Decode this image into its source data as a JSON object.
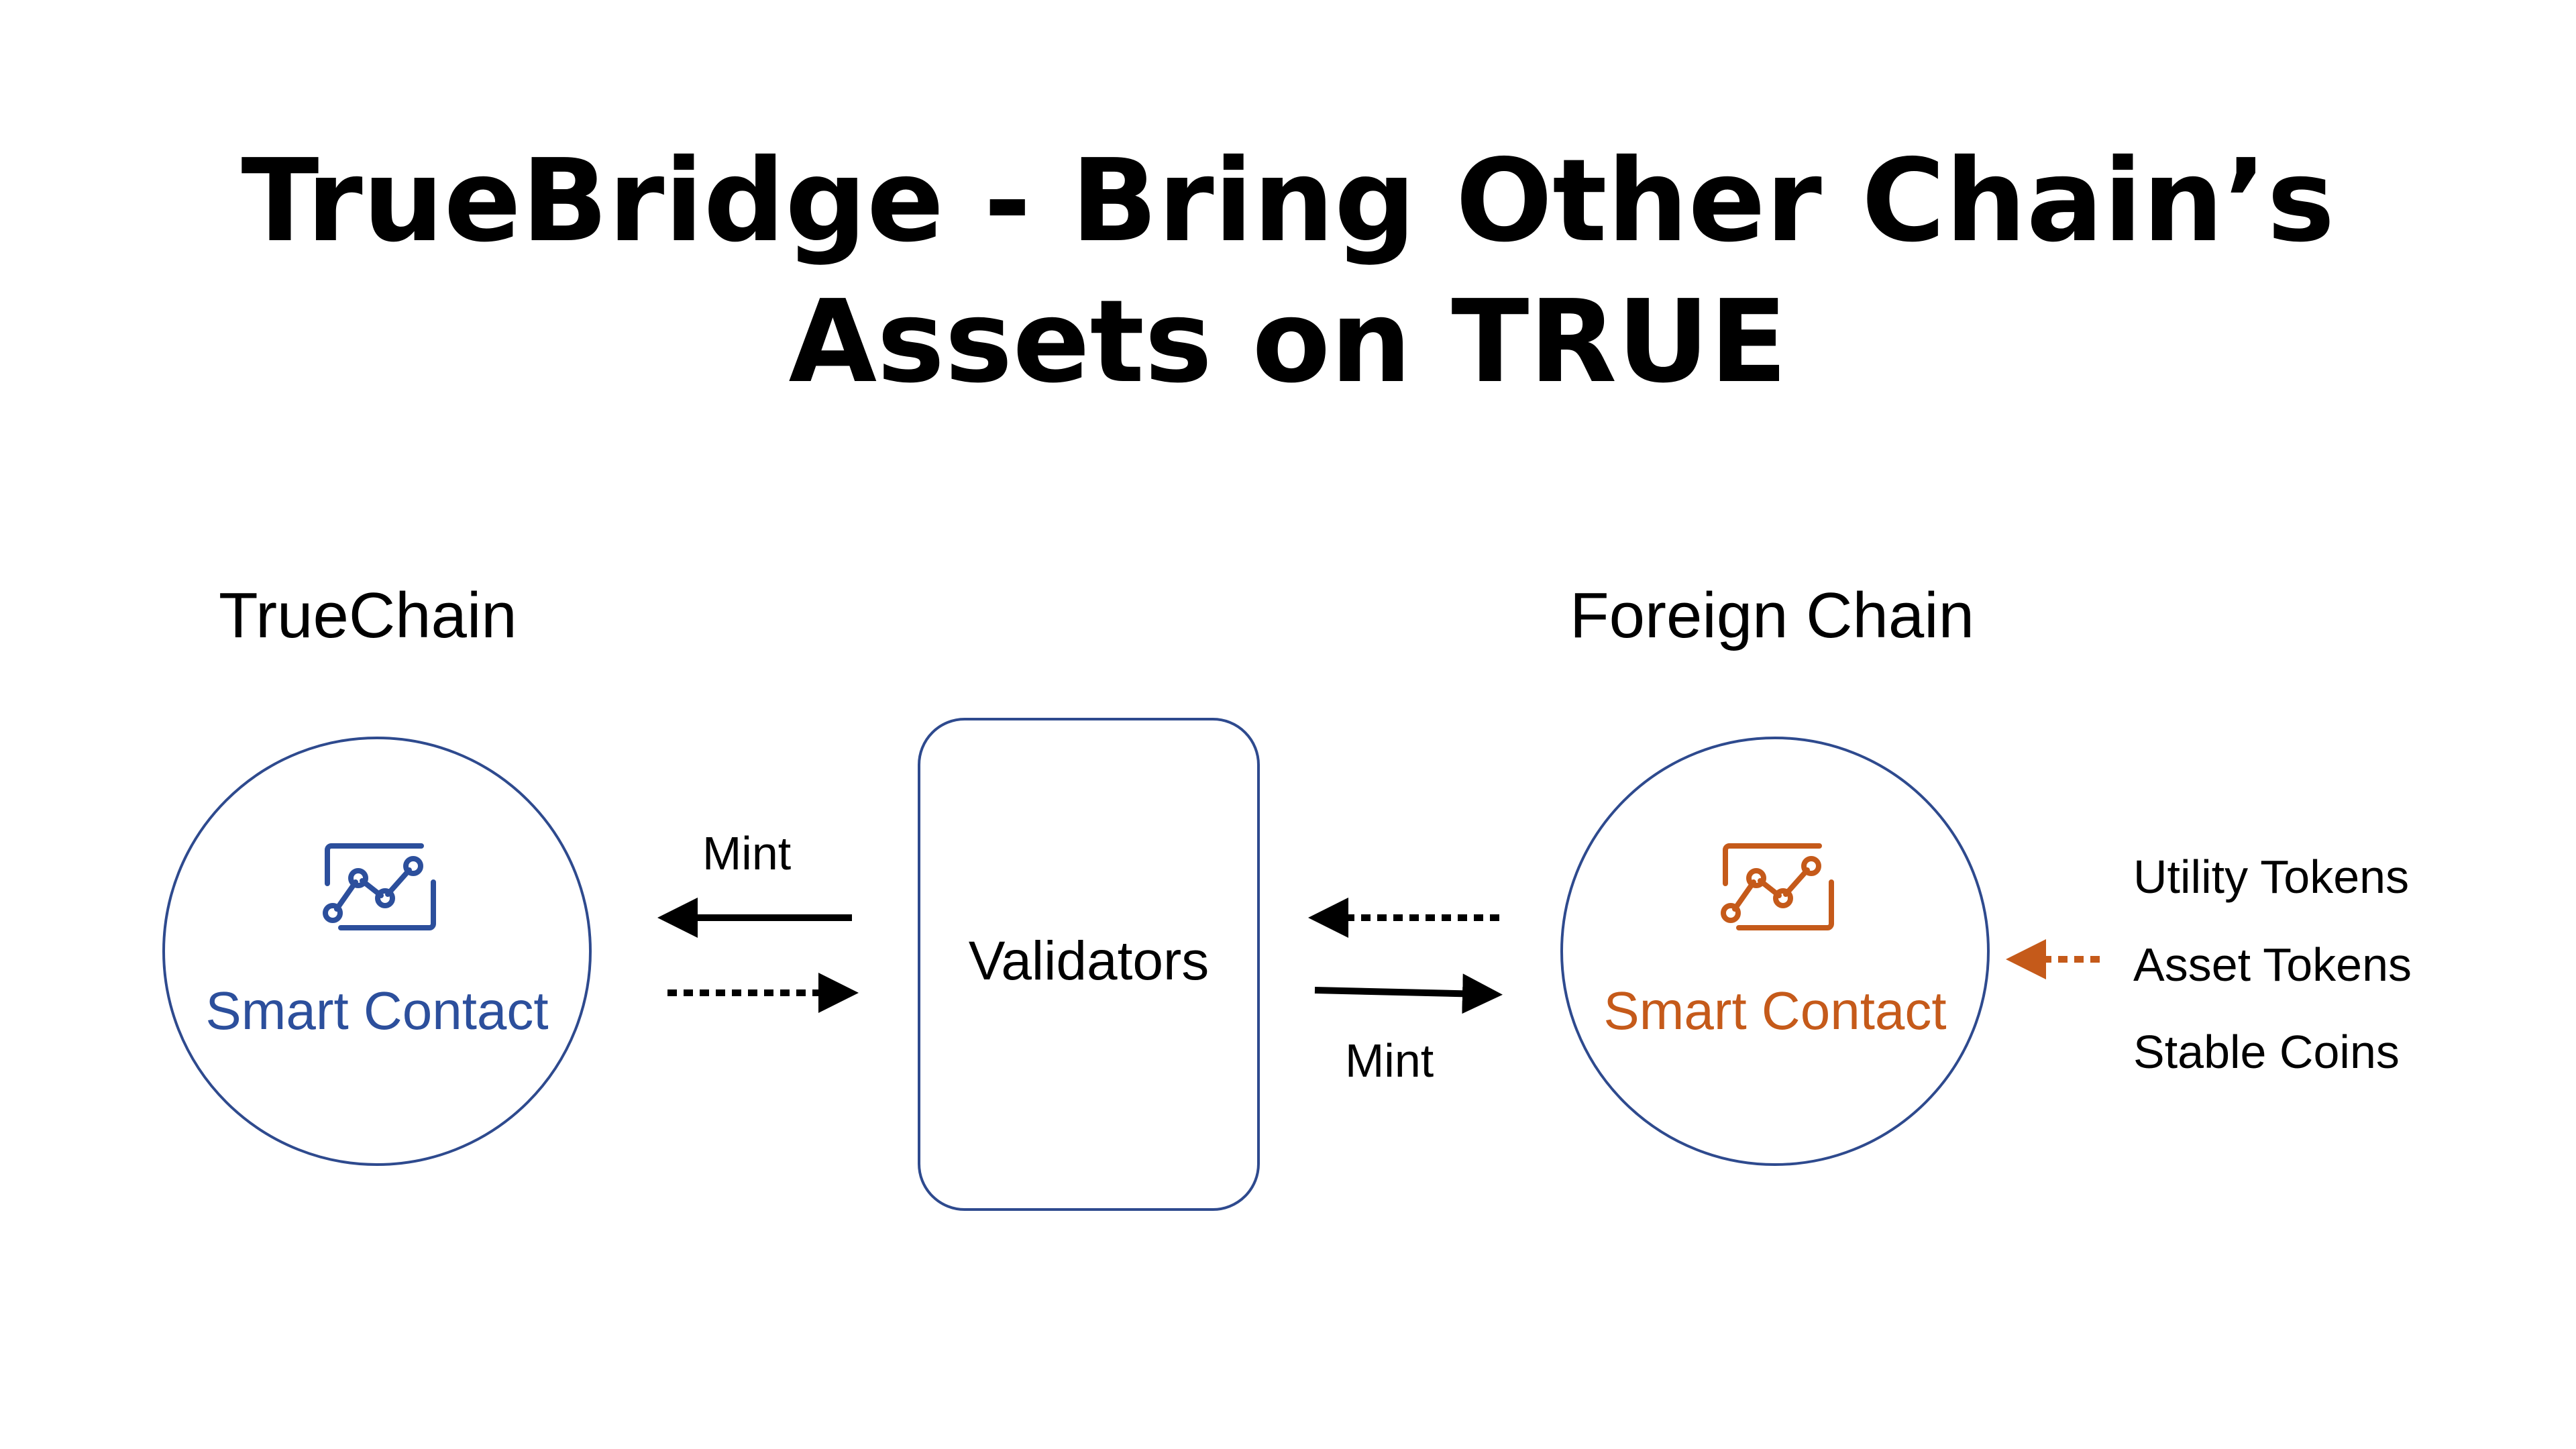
{
  "title": {
    "line1": "TrueBridge - Bring Other Chain’s",
    "line2": "Assets on TRUE"
  },
  "left_chain": {
    "label": "TrueChain",
    "contract_label": "Smart Contact",
    "icon": "chart-dashboard-icon",
    "color": "#2c4f9c"
  },
  "validators": {
    "label": "Validators"
  },
  "right_chain": {
    "label": "Foreign Chain",
    "contract_label": "Smart Contact",
    "icon": "chart-dashboard-icon",
    "color": "#c55a1a"
  },
  "arrows": {
    "left_mint_label": "Mint",
    "right_mint_label": "Mint"
  },
  "tokens": [
    "Utility Tokens",
    "Asset Tokens",
    "Stable Coins"
  ],
  "colors": {
    "circle_outline": "#2e4a8e",
    "arrow": "#000000",
    "orange_arrow": "#c55a1a"
  }
}
